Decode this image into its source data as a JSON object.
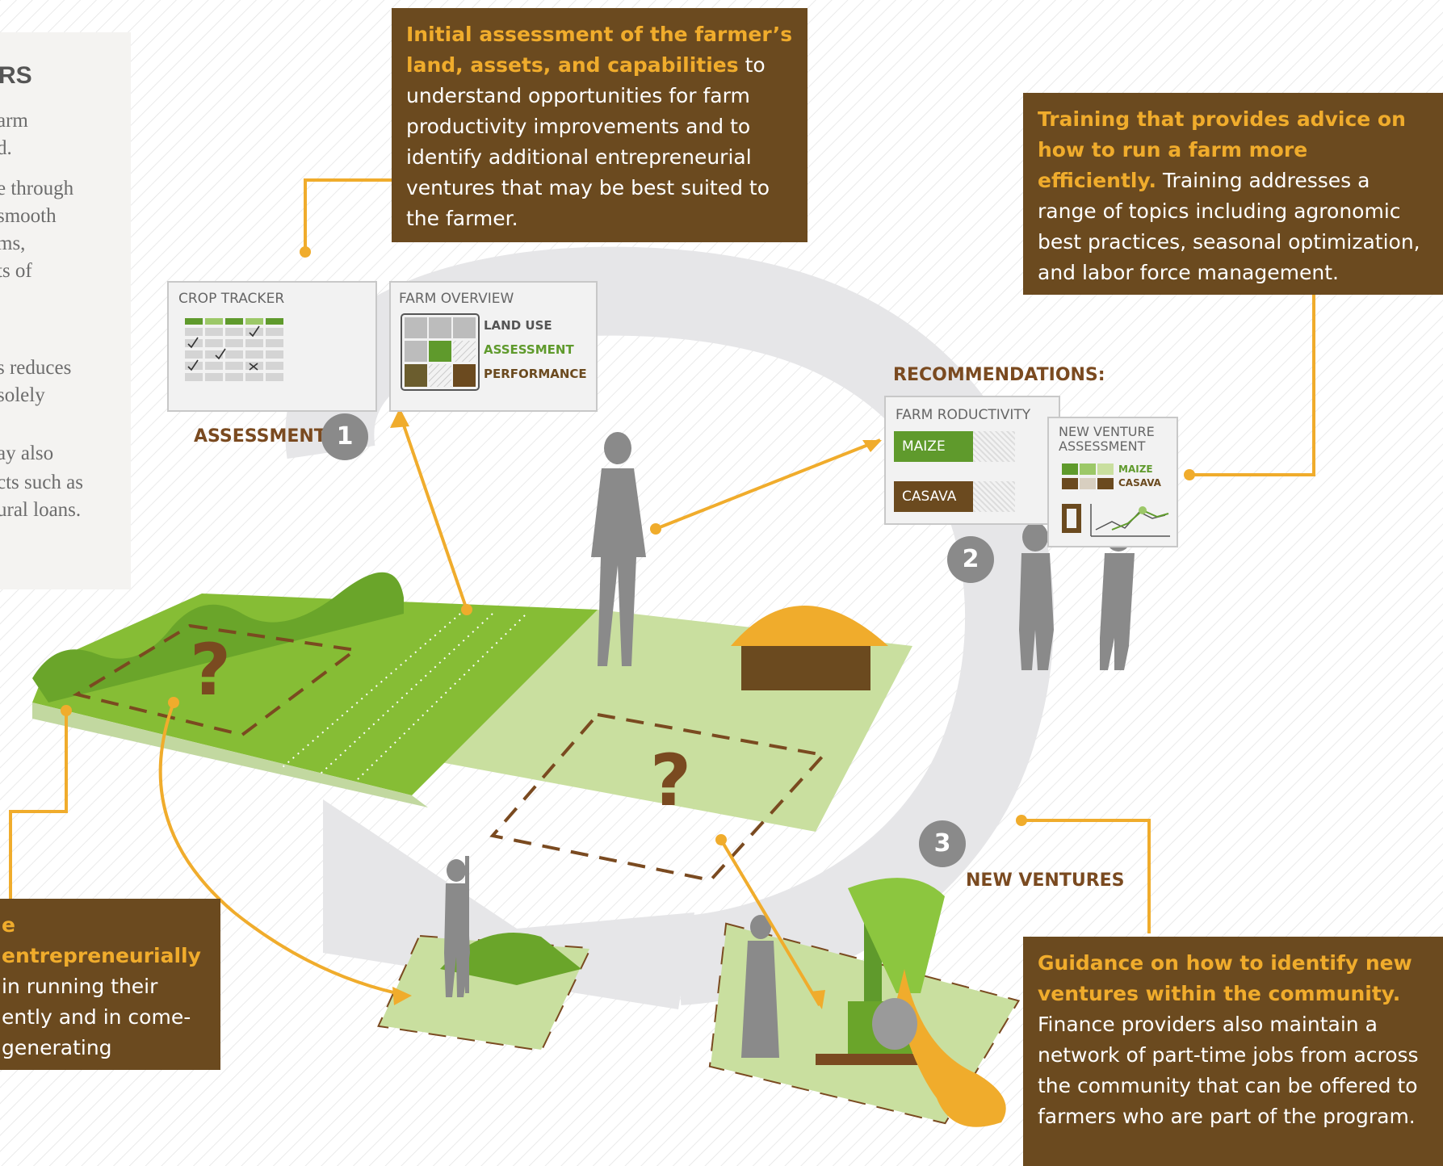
{
  "sidebar": {
    "heading": "RS",
    "lines": [
      "arm",
      "d.",
      "e through",
      "smooth",
      "ms,",
      "ts of",
      "s reduces",
      "solely",
      "ay also",
      "cts such as",
      "ural loans."
    ]
  },
  "callouts": {
    "initial_assessment": {
      "highlight": "Initial assessment of the farmer’s land, assets, and capabilities",
      "text": " to understand opportunities for farm productivity improvements and to identify additional entrepreneurial ventures that may be best suited to the farmer."
    },
    "training": {
      "highlight": "Training that provides advice on how to run a farm more efficiently.",
      "text": " Training addresses a range of topics including agronomic best practices, seasonal optimization, and labor force management."
    },
    "entrepreneurial": {
      "highlight": "e entrepreneurially",
      "text": " in running their ently and in come-generating"
    },
    "guidance": {
      "highlight": "Guidance on how to identify new ventures within the community.",
      "text": " Finance providers also maintain a network of part-time jobs from across the community that can be offered to farmers who are part of the program."
    }
  },
  "cards": {
    "crop_tracker": {
      "title": "CROP TRACKER"
    },
    "farm_overview": {
      "title": "FARM OVERVIEW",
      "legend": [
        "LAND USE",
        "ASSESSMENT",
        "PERFORMANCE"
      ]
    },
    "farm_productivity": {
      "title": "FARM RODUCTIVITY",
      "rows": [
        "MAIZE",
        "CASAVA"
      ]
    },
    "new_venture": {
      "title_line1": "NEW VENTURE",
      "title_line2": "ASSESSMENT",
      "legend": [
        "MAIZE",
        "CASAVA"
      ]
    }
  },
  "labels": {
    "assessment": "ASSESSMENT",
    "recommendations": "RECOMMENDATIONS:",
    "new_ventures": "NEW VENTURES"
  },
  "steps": [
    "1",
    "2",
    "3"
  ],
  "question_mark": "?",
  "colors": {
    "brown_box": "#6b4a1f",
    "orange": "#f0ac2c",
    "green_dark": "#5f9a2c",
    "green_light": "#c9df9f",
    "gray_arrow": "#e6e6e8",
    "figure_gray": "#8a8a8a"
  }
}
